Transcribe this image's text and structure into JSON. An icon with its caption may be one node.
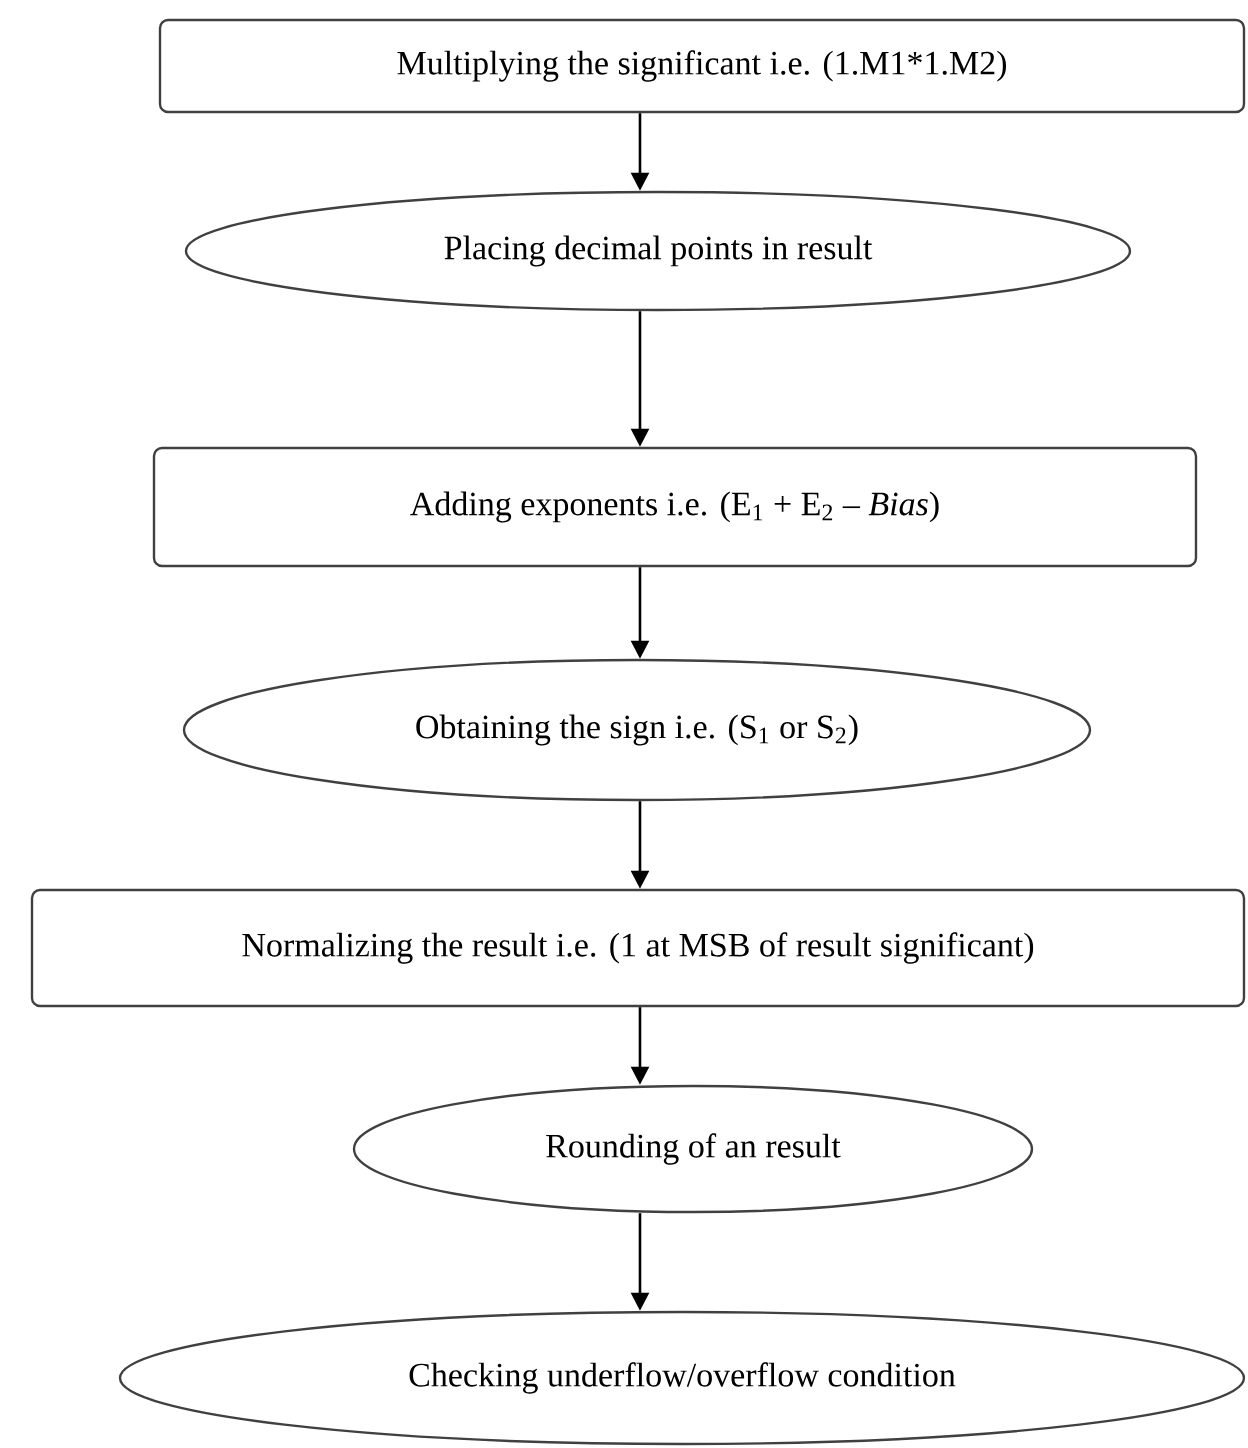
{
  "diagram": {
    "nodes": [
      {
        "text": [
          "Multiplying the significant i.e. (1.M1*1.M2)"
        ]
      },
      {
        "text": [
          "Placing decimal points in result"
        ]
      },
      {
        "text": [
          "Adding exponents i.e. (E$_{1}$ + E$_{2}$ – *Bias*)"
        ]
      },
      {
        "text": [
          "Obtaining the sign i.e. (S$_{1}$ or S$_{2}$)"
        ]
      },
      {
        "text": [
          "Normalizing the result i.e. (1 at MSB of result significant)"
        ]
      },
      {
        "text": [
          "Rounding of an result"
        ]
      },
      {
        "text": [
          "Checking underflow/overflow condition"
        ]
      }
    ],
    "edges": [
      {
        "from": 0,
        "to": 1,
        "arrow": "to"
      },
      {
        "from": 1,
        "to": 2,
        "arrow": "to"
      },
      {
        "from": 2,
        "to": 3,
        "arrow": "to"
      },
      {
        "from": 3,
        "to": 4,
        "arrow": "to"
      },
      {
        "from": 4,
        "to": 5,
        "arrow": "to"
      },
      {
        "from": 5,
        "to": 6,
        "arrow": "to"
      }
    ]
  }
}
